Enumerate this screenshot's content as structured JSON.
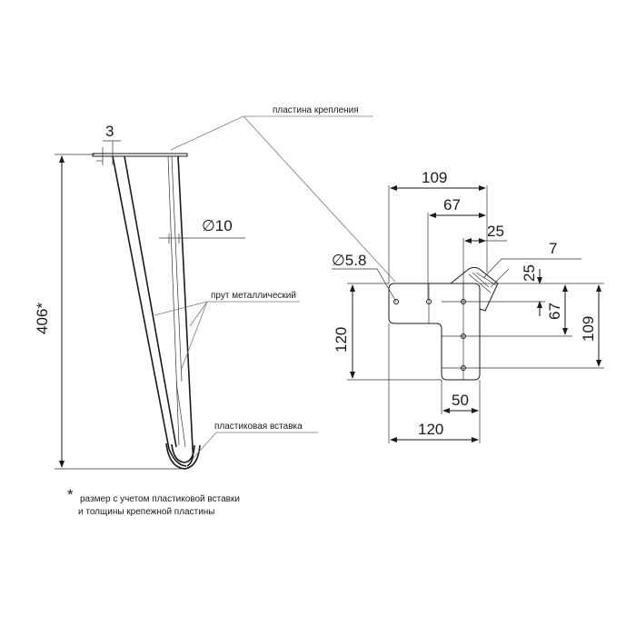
{
  "leg": {
    "plate_thickness": "3",
    "height": "406*",
    "rod_diameter": "∅10",
    "label_plate": "пластина крепления",
    "label_rod": "прут металлический",
    "label_insert": "пластиковая вставка"
  },
  "plate": {
    "hole_diameter": "∅5.8",
    "top_width_109": "109",
    "top_width_67": "67",
    "top_width_25": "25",
    "weld_7": "7",
    "right_25": "25",
    "right_67": "67",
    "right_109": "109",
    "left_height_120": "120",
    "bottom_width_50": "50",
    "bottom_width_120": "120"
  },
  "footnote": {
    "star": "*",
    "line1": "размер с учетом пластиковой вставки",
    "line2": "и толщины крепежной пластины"
  }
}
